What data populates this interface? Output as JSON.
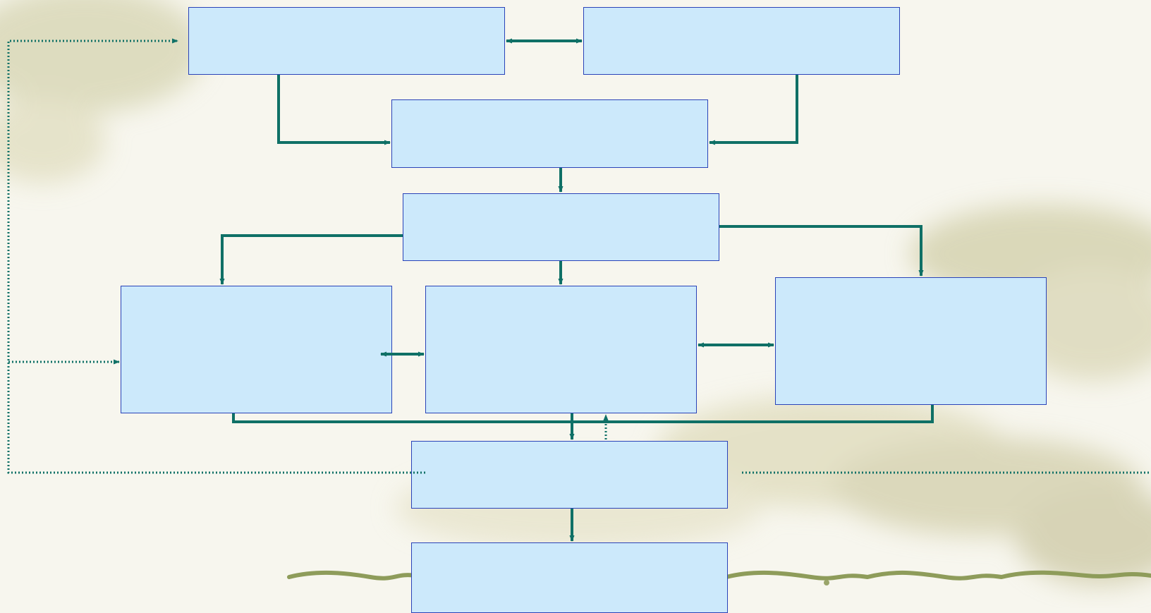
{
  "diagram": {
    "boxes": [
      {
        "id": "b1",
        "text": ""
      },
      {
        "id": "b2",
        "text": ""
      },
      {
        "id": "b3",
        "text": ""
      },
      {
        "id": "b4",
        "text": ""
      },
      {
        "id": "b5",
        "text": ""
      },
      {
        "id": "b6",
        "text": ""
      },
      {
        "id": "b7",
        "text": ""
      },
      {
        "id": "b8",
        "text": ""
      },
      {
        "id": "b9",
        "text": ""
      }
    ],
    "colors": {
      "box_fill": "#cce9fb",
      "box_border": "#2a43b8",
      "arrow": "#0f7066",
      "background": "#f7f6ee",
      "decor": "#8e9c5a"
    }
  },
  "footer": {
    "logo_text": ""
  }
}
